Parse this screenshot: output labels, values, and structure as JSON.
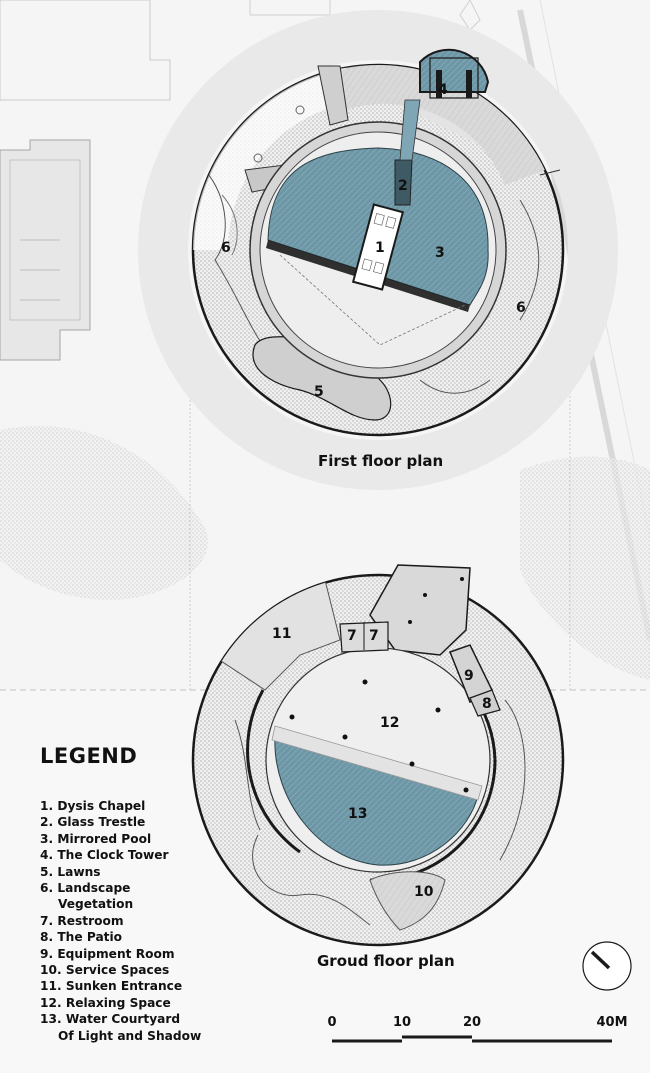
{
  "captions": {
    "first_floor": "First floor plan",
    "ground_floor": "Groud floor plan"
  },
  "first_floor_labels": [
    "1",
    "2",
    "3",
    "4",
    "5",
    "6",
    "6"
  ],
  "ground_floor_labels": [
    "7",
    "7",
    "8",
    "9",
    "10",
    "11",
    "12",
    "13"
  ],
  "legend": {
    "title": "LEGEND",
    "items": [
      {
        "line1": "1. Dysis Chapel"
      },
      {
        "line1": "2. Glass Trestle"
      },
      {
        "line1": "3. Mirrored Pool"
      },
      {
        "line1": "4. The Clock Tower"
      },
      {
        "line1": "5. Lawns"
      },
      {
        "line1": "6. Landscape",
        "line2": "Vegetation"
      },
      {
        "line1": "7. Restroom"
      },
      {
        "line1": "8. The Patio"
      },
      {
        "line1": "9. Equipment Room"
      },
      {
        "line1": "10. Service Spaces"
      },
      {
        "line1": "11. Sunken Entrance"
      },
      {
        "line1": "12. Relaxing Space"
      },
      {
        "line1": "13. Water Courtyard",
        "line2": "Of Light and Shadow"
      }
    ]
  },
  "scale": {
    "ticks": [
      "0",
      "10",
      "20",
      "40M"
    ]
  },
  "colors": {
    "water": "#6d97a6",
    "hatch": "#d2d2d2",
    "paving": "#dedede",
    "light_floor": "#efefef",
    "line": "#1a1a1a"
  },
  "icons": {
    "north": "north-arrow-icon"
  }
}
